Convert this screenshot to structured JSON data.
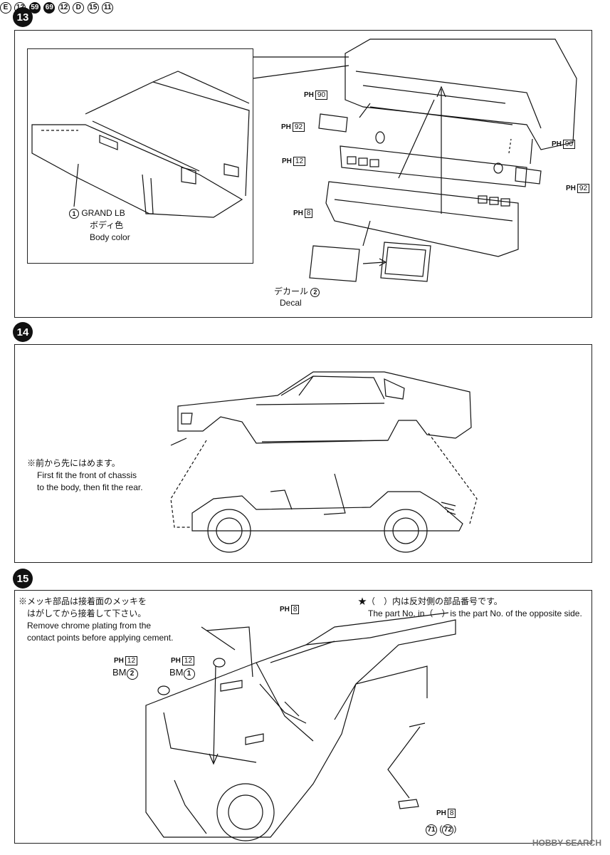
{
  "steps": {
    "s13": {
      "number": "13",
      "inset": {
        "part_no": "1",
        "part_name": "GRAND LB",
        "jp": "ボディ色",
        "en": "Body color"
      },
      "labels": {
        "ph90a": "90",
        "ph92a": "92",
        "e_label": "E",
        "p12a": "12",
        "ph12": "12",
        "p59": "59",
        "p69": "69",
        "ph8a": "8",
        "p12b": "12",
        "ph90b": "90",
        "d_label": "D",
        "ph92b": "92",
        "decal_jp": "デカール",
        "decal_no": "2",
        "decal_en": "Decal",
        "p15": "15"
      }
    },
    "s14": {
      "number": "14",
      "note_jp": "※前から先にはめます。",
      "note_en1": "First fit the front of chassis",
      "note_en2": "to the body, then fit the rear."
    },
    "s15": {
      "number": "15",
      "note_jp1": "※メッキ部品は接着面のメッキを",
      "note_jp2": "はがしてから接着して下さい。",
      "note_en1": "Remove chrome plating from the",
      "note_en2": "contact points before applying cement.",
      "star_jp": "★（　）内は反対側の部品番号です。",
      "star_en": "The part No. in（　）is the part No. of the opposite side.",
      "labels": {
        "ph8b": "8",
        "p11": "11",
        "ph12a": "12",
        "ph12b": "12",
        "bm": "BM",
        "bm2": "2",
        "bm1": "1",
        "ph8c": "8",
        "p71": "71",
        "p72": "72"
      }
    }
  },
  "ph_prefix": "PH",
  "watermark": "HOBBY SEARCH"
}
